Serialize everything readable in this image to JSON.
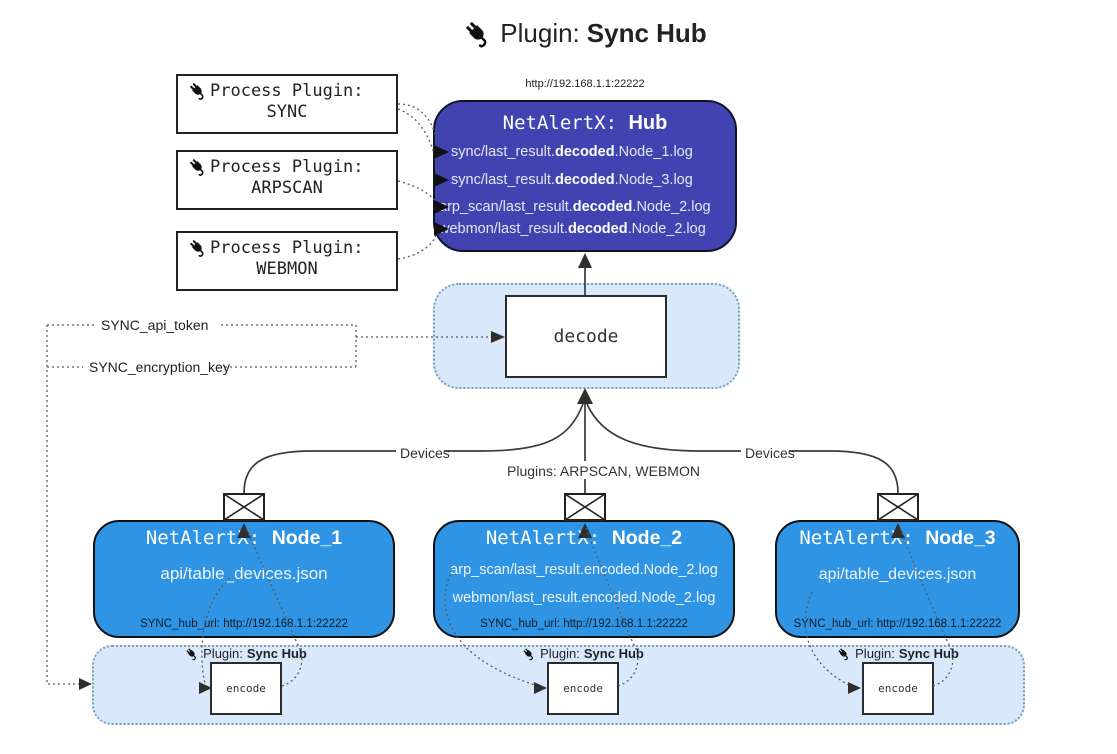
{
  "title": {
    "prefix": "Plugin:",
    "name": "Sync Hub"
  },
  "hub": {
    "url": "http://192.168.1.1:22222",
    "name_prefix": "NetAlertX:",
    "name": "Hub",
    "logs": [
      {
        "pre": "sync/last_result.",
        "bold": "decoded",
        "post": ".Node_1.log"
      },
      {
        "pre": "sync/last_result.",
        "bold": "decoded",
        "post": ".Node_3.log"
      },
      {
        "pre": "arp_scan/last_result.",
        "bold": "decoded",
        "post": ".Node_2.log"
      },
      {
        "pre": "webmon/last_result.",
        "bold": "decoded",
        "post": ".Node_2.log"
      }
    ]
  },
  "process_plugins": [
    {
      "label": "Process Plugin:",
      "name": "SYNC"
    },
    {
      "label": "Process Plugin:",
      "name": "ARPSCAN"
    },
    {
      "label": "Process Plugin:",
      "name": "WEBMON"
    }
  ],
  "config": {
    "api_token": "SYNC_api_token",
    "encryption_key": "SYNC_encryption_key"
  },
  "edges": {
    "devices_left": "Devices",
    "plugins_middle": "Plugins: ARPSCAN, WEBMON",
    "devices_right": "Devices"
  },
  "decode": {
    "label": "decode"
  },
  "encode": {
    "label": "encode"
  },
  "badge": {
    "prefix": "Plugin:",
    "name": "Sync Hub"
  },
  "nodes": [
    {
      "name_prefix": "NetAlertX:",
      "name": "Node_1",
      "lines": [
        "api/table_devices.json"
      ],
      "hub_url": "SYNC_hub_url: http://192.168.1.1:22222"
    },
    {
      "name_prefix": "NetAlertX:",
      "name": "Node_2",
      "lines": [
        "arp_scan/last_result.encoded.Node_2.log",
        "webmon/last_result.encoded.Node_2.log"
      ],
      "hub_url": "SYNC_hub_url: http://192.168.1.1:22222"
    },
    {
      "name_prefix": "NetAlertX:",
      "name": "Node_3",
      "lines": [
        "api/table_devices.json"
      ],
      "hub_url": "SYNC_hub_url: http://192.168.1.1:22222"
    }
  ],
  "colors": {
    "hub_bg": "#4143b0",
    "node_bg": "#2e94e3",
    "band_bg": "#d9e9fb",
    "line": "#3a3a3a"
  }
}
